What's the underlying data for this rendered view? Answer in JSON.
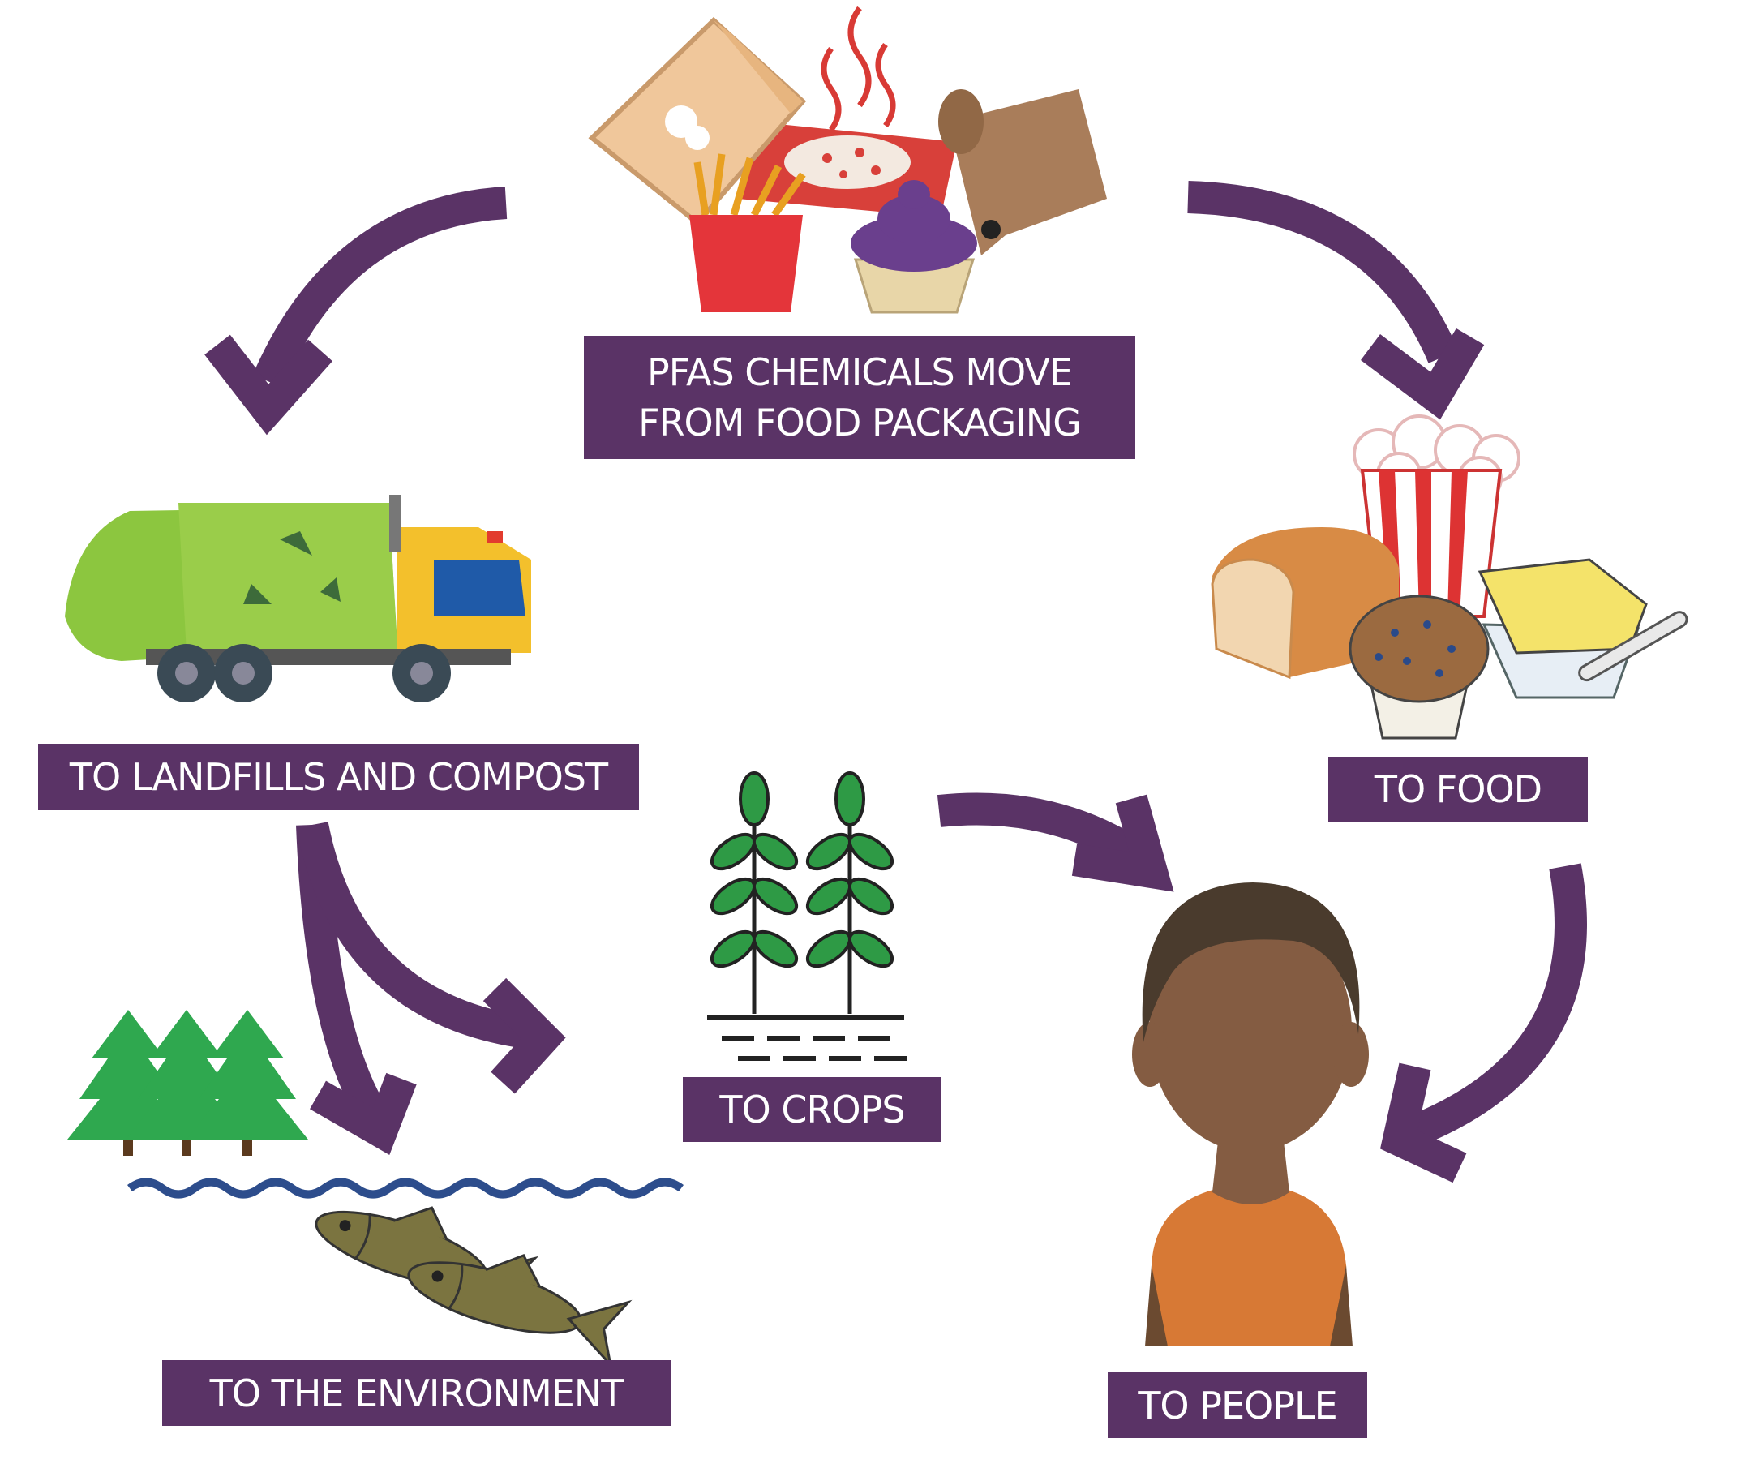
{
  "labels": {
    "source_line1": "PFAS CHEMICALS MOVE",
    "source_line2": "FROM FOOD PACKAGING",
    "landfill": "TO LANDFILLS AND COMPOST",
    "food": "TO FOOD",
    "crops": "TO CROPS",
    "environment": "TO THE ENVIRONMENT",
    "people": "TO PEOPLE"
  },
  "colors": {
    "label_background": "#5a3366",
    "label_text": "#ffffff",
    "arrow": "#5a3366"
  },
  "icons": {
    "source": "food-packaging-icon",
    "landfill": "garbage-truck-icon",
    "food": "food-items-icon",
    "crops": "crop-plants-icon",
    "environment": "trees-water-fish-icon",
    "people": "person-icon"
  }
}
